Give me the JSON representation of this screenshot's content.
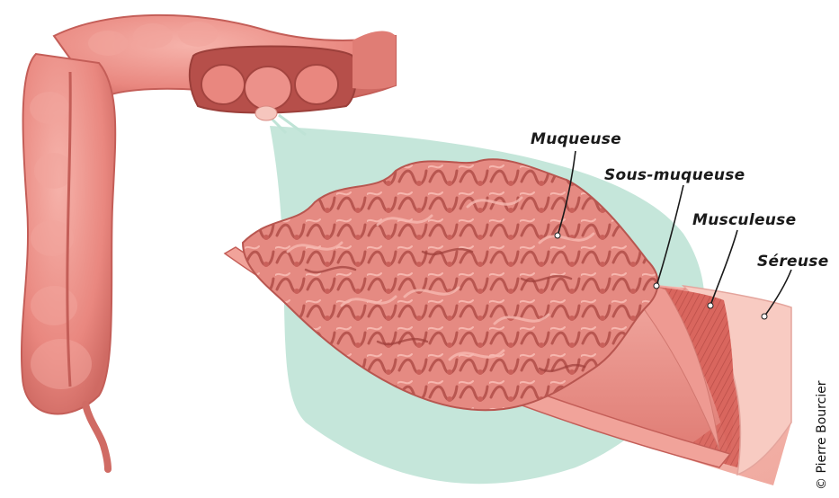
{
  "labels": {
    "mucosa": "Muqueuse",
    "submucosa": "Sous-muqueuse",
    "muscularis": "Musculeuse",
    "serosa": "Séreuse"
  },
  "credit": "© Pierre Bourcier",
  "colors": {
    "tissue": "#e9877f",
    "tissue_light": "#f3aaa3",
    "tissue_dark": "#c9605a",
    "background_shape": "#bfe3d6",
    "muscle": "#d8665f",
    "serosa": "#f7c6bc"
  }
}
